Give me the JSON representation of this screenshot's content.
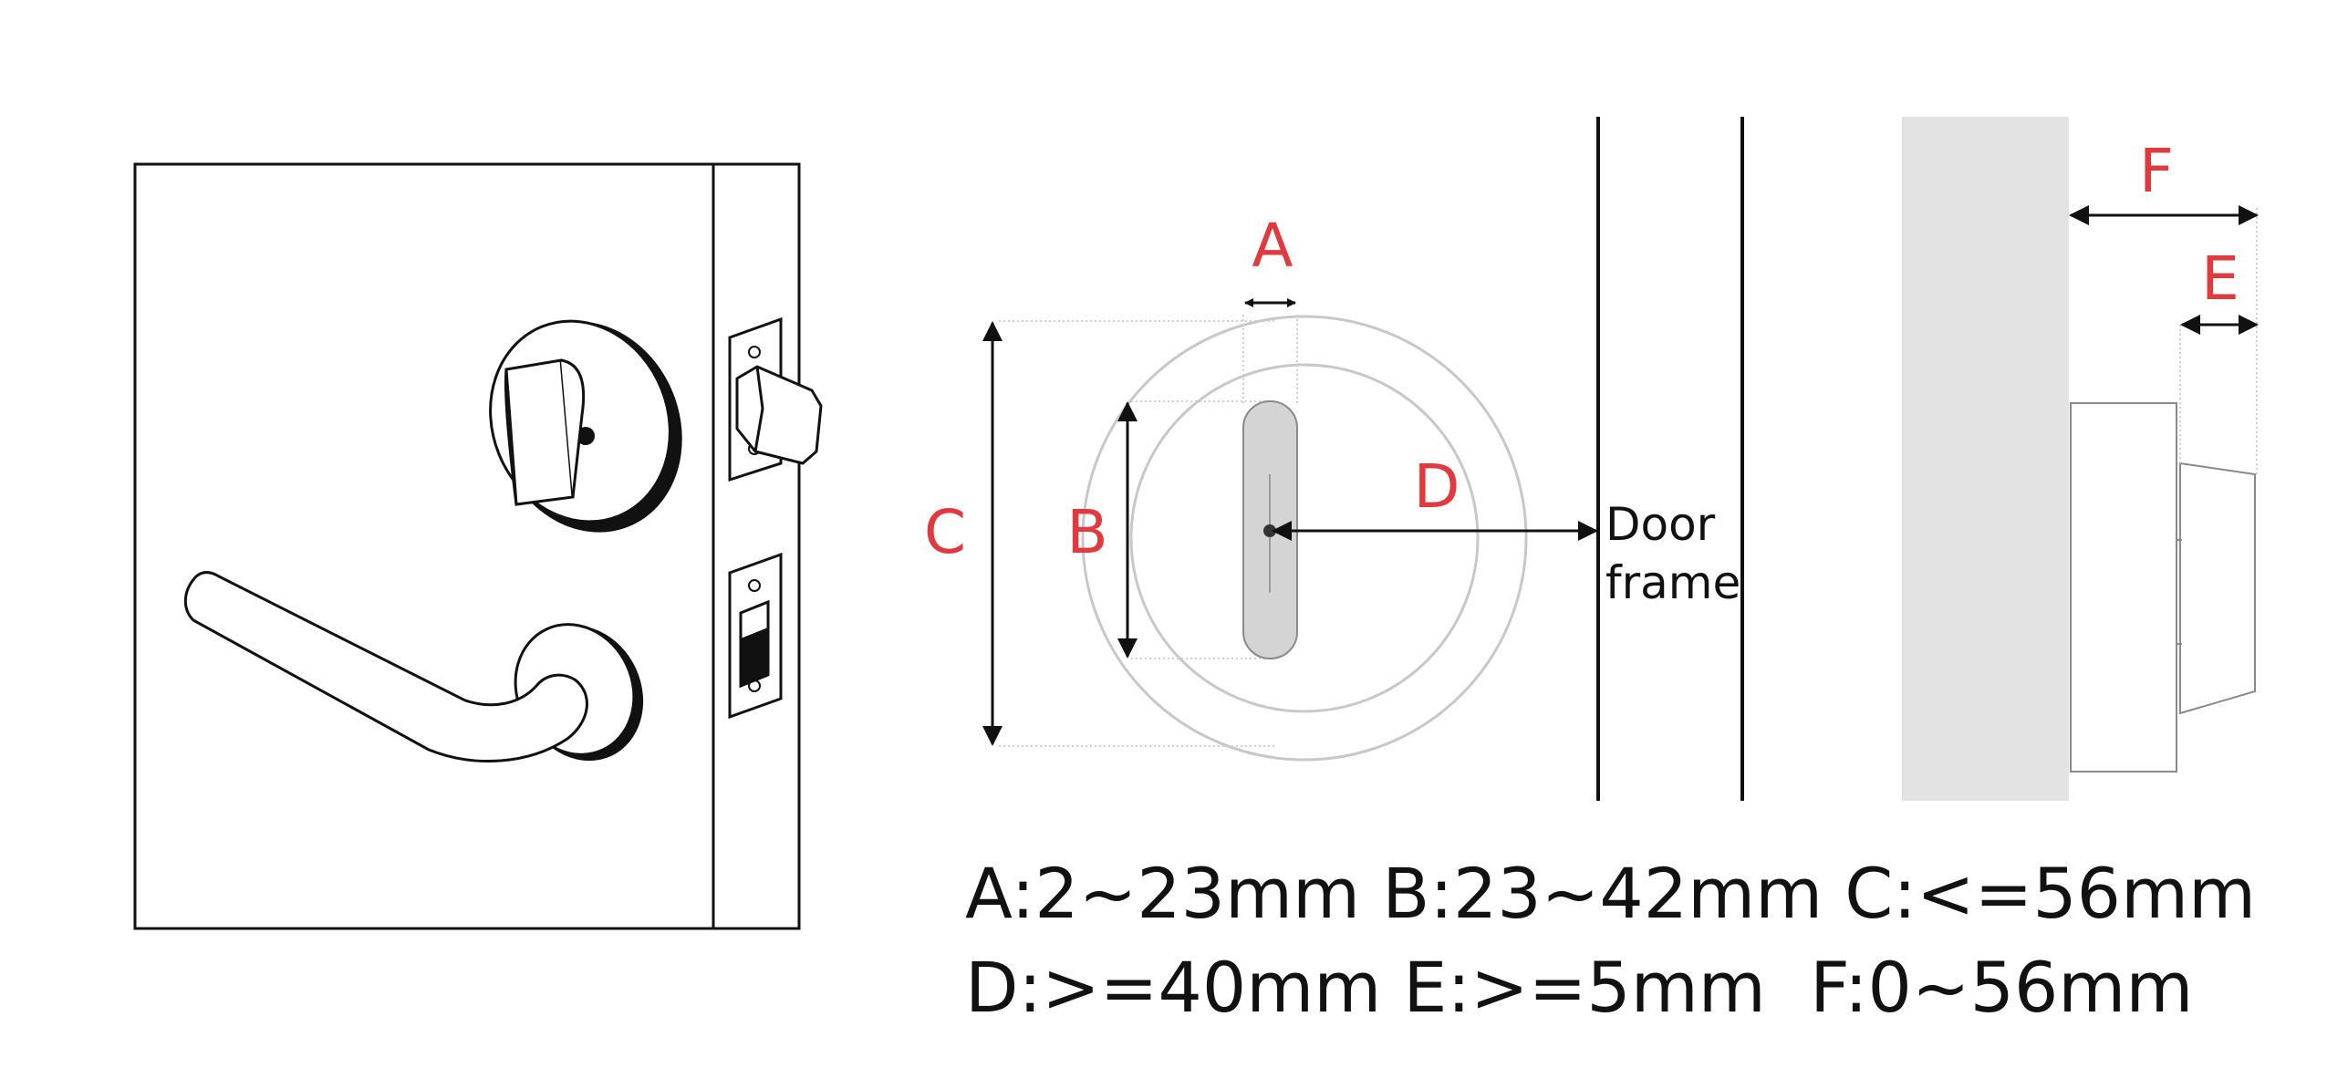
{
  "colors": {
    "dimension_label": "#e0393e",
    "line": "#111111",
    "light_circle": "#c8c8c8",
    "knob_fill": "#d4d4d4",
    "wall_fill": "#e3e3e3"
  },
  "labels": {
    "a": "A",
    "b": "B",
    "c": "C",
    "d": "D",
    "e": "E",
    "f": "F",
    "door_frame_line1": "Door",
    "door_frame_line2": "frame"
  },
  "specs": {
    "line1": "A:2~23mm B:23~42mm C:<=56mm",
    "line2": "D:>=40mm E:>=5mm  F:0~56mm"
  },
  "icons": [
    "door-lock-illustration",
    "thumb-turn-icon",
    "lever-handle-icon",
    "latch-bolt-icon",
    "strike-plate-icon"
  ]
}
